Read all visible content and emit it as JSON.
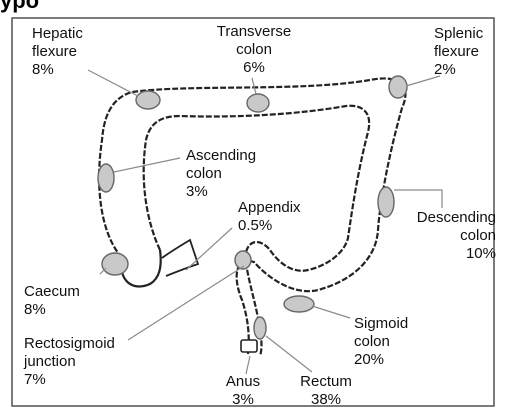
{
  "header_fragment": "ypo",
  "labels": {
    "hepatic_flexure": {
      "name_line1": "Hepatic",
      "name_line2": "flexure",
      "percent": "8%"
    },
    "transverse_colon": {
      "name_line1": "Transverse",
      "name_line2": "colon",
      "percent": "6%"
    },
    "splenic_flexure": {
      "name_line1": "Splenic",
      "name_line2": "flexure",
      "percent": "2%"
    },
    "ascending_colon": {
      "name_line1": "Ascending",
      "name_line2": "colon",
      "percent": "3%"
    },
    "appendix": {
      "name_line1": "Appendix",
      "percent": "0.5%"
    },
    "descending_colon": {
      "name_line1": "Descending",
      "name_line2": "colon",
      "percent": "10%"
    },
    "caecum": {
      "name_line1": "Caecum",
      "percent": "8%"
    },
    "rectosigmoid_junction": {
      "name_line1": "Rectosigmoid",
      "name_line2": "junction",
      "percent": "7%"
    },
    "sigmoid_colon": {
      "name_line1": "Sigmoid",
      "name_line2": "colon",
      "percent": "20%"
    },
    "anus": {
      "name_line1": "Anus",
      "percent": "3%"
    },
    "rectum": {
      "name_line1": "Rectum",
      "percent": "38%"
    }
  }
}
